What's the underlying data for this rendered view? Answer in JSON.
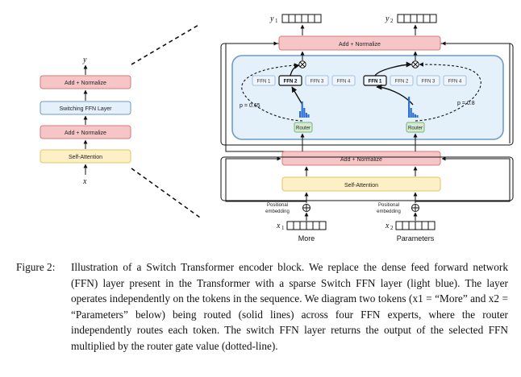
{
  "left_block": {
    "output_label": "y",
    "input_label": "x",
    "add_norm_top": "Add + Normalize",
    "switching_ffn": "Switching FFN Layer",
    "add_norm_bottom": "Add + Normalize",
    "self_attention": "Self-Attention"
  },
  "right_block": {
    "y1": "y",
    "y1_sub": "1",
    "y2": "y",
    "y2_sub": "2",
    "add_norm_top": "Add + Normalize",
    "add_norm_bottom": "Add + Normalize",
    "self_attention": "Self-Attention",
    "router_left": "Router",
    "router_right": "Router",
    "p_left": "p = 0.65",
    "p_right": "p = 0.8",
    "positional_left_1": "Positional",
    "positional_left_2": "embedding",
    "positional_right_1": "Positional",
    "positional_right_2": "embedding",
    "x1": "x",
    "x1_sub": "1",
    "x2": "x",
    "x2_sub": "2",
    "word_left": "More",
    "word_right": "Parameters",
    "experts_left": [
      "FFN 1",
      "FFN 2",
      "FFN 3",
      "FFN 4"
    ],
    "experts_right": [
      "FFN 1",
      "FFN 2",
      "FFN 3",
      "FFN 4"
    ],
    "selected_left": 1,
    "selected_right": 0
  },
  "colors": {
    "pink_fill": "#f6c6c6",
    "pink_stroke": "#d87a7a",
    "blue_fill": "#e4f0fa",
    "blue_stroke": "#6f9ac8",
    "yellow_fill": "#fdf0c4",
    "yellow_stroke": "#e0c46a",
    "green_fill": "#d3ebd0",
    "green_stroke": "#7fb27a",
    "bar_blue": "#2f6fd1"
  },
  "caption": {
    "label": "Figure 2:",
    "text": "Illustration of a Switch Transformer encoder block. We replace the dense feed forward network (FFN) layer present in the Transformer with a sparse Switch FFN layer (light blue). The layer operates independently on the tokens in the sequence. We diagram two tokens (x1 = “More” and x2 = “Parameters” below) being routed (solid lines) across four FFN experts, where the router independently routes each token. The switch FFN layer returns the output of the selected FFN multiplied by the router gate value (dotted-line)."
  }
}
